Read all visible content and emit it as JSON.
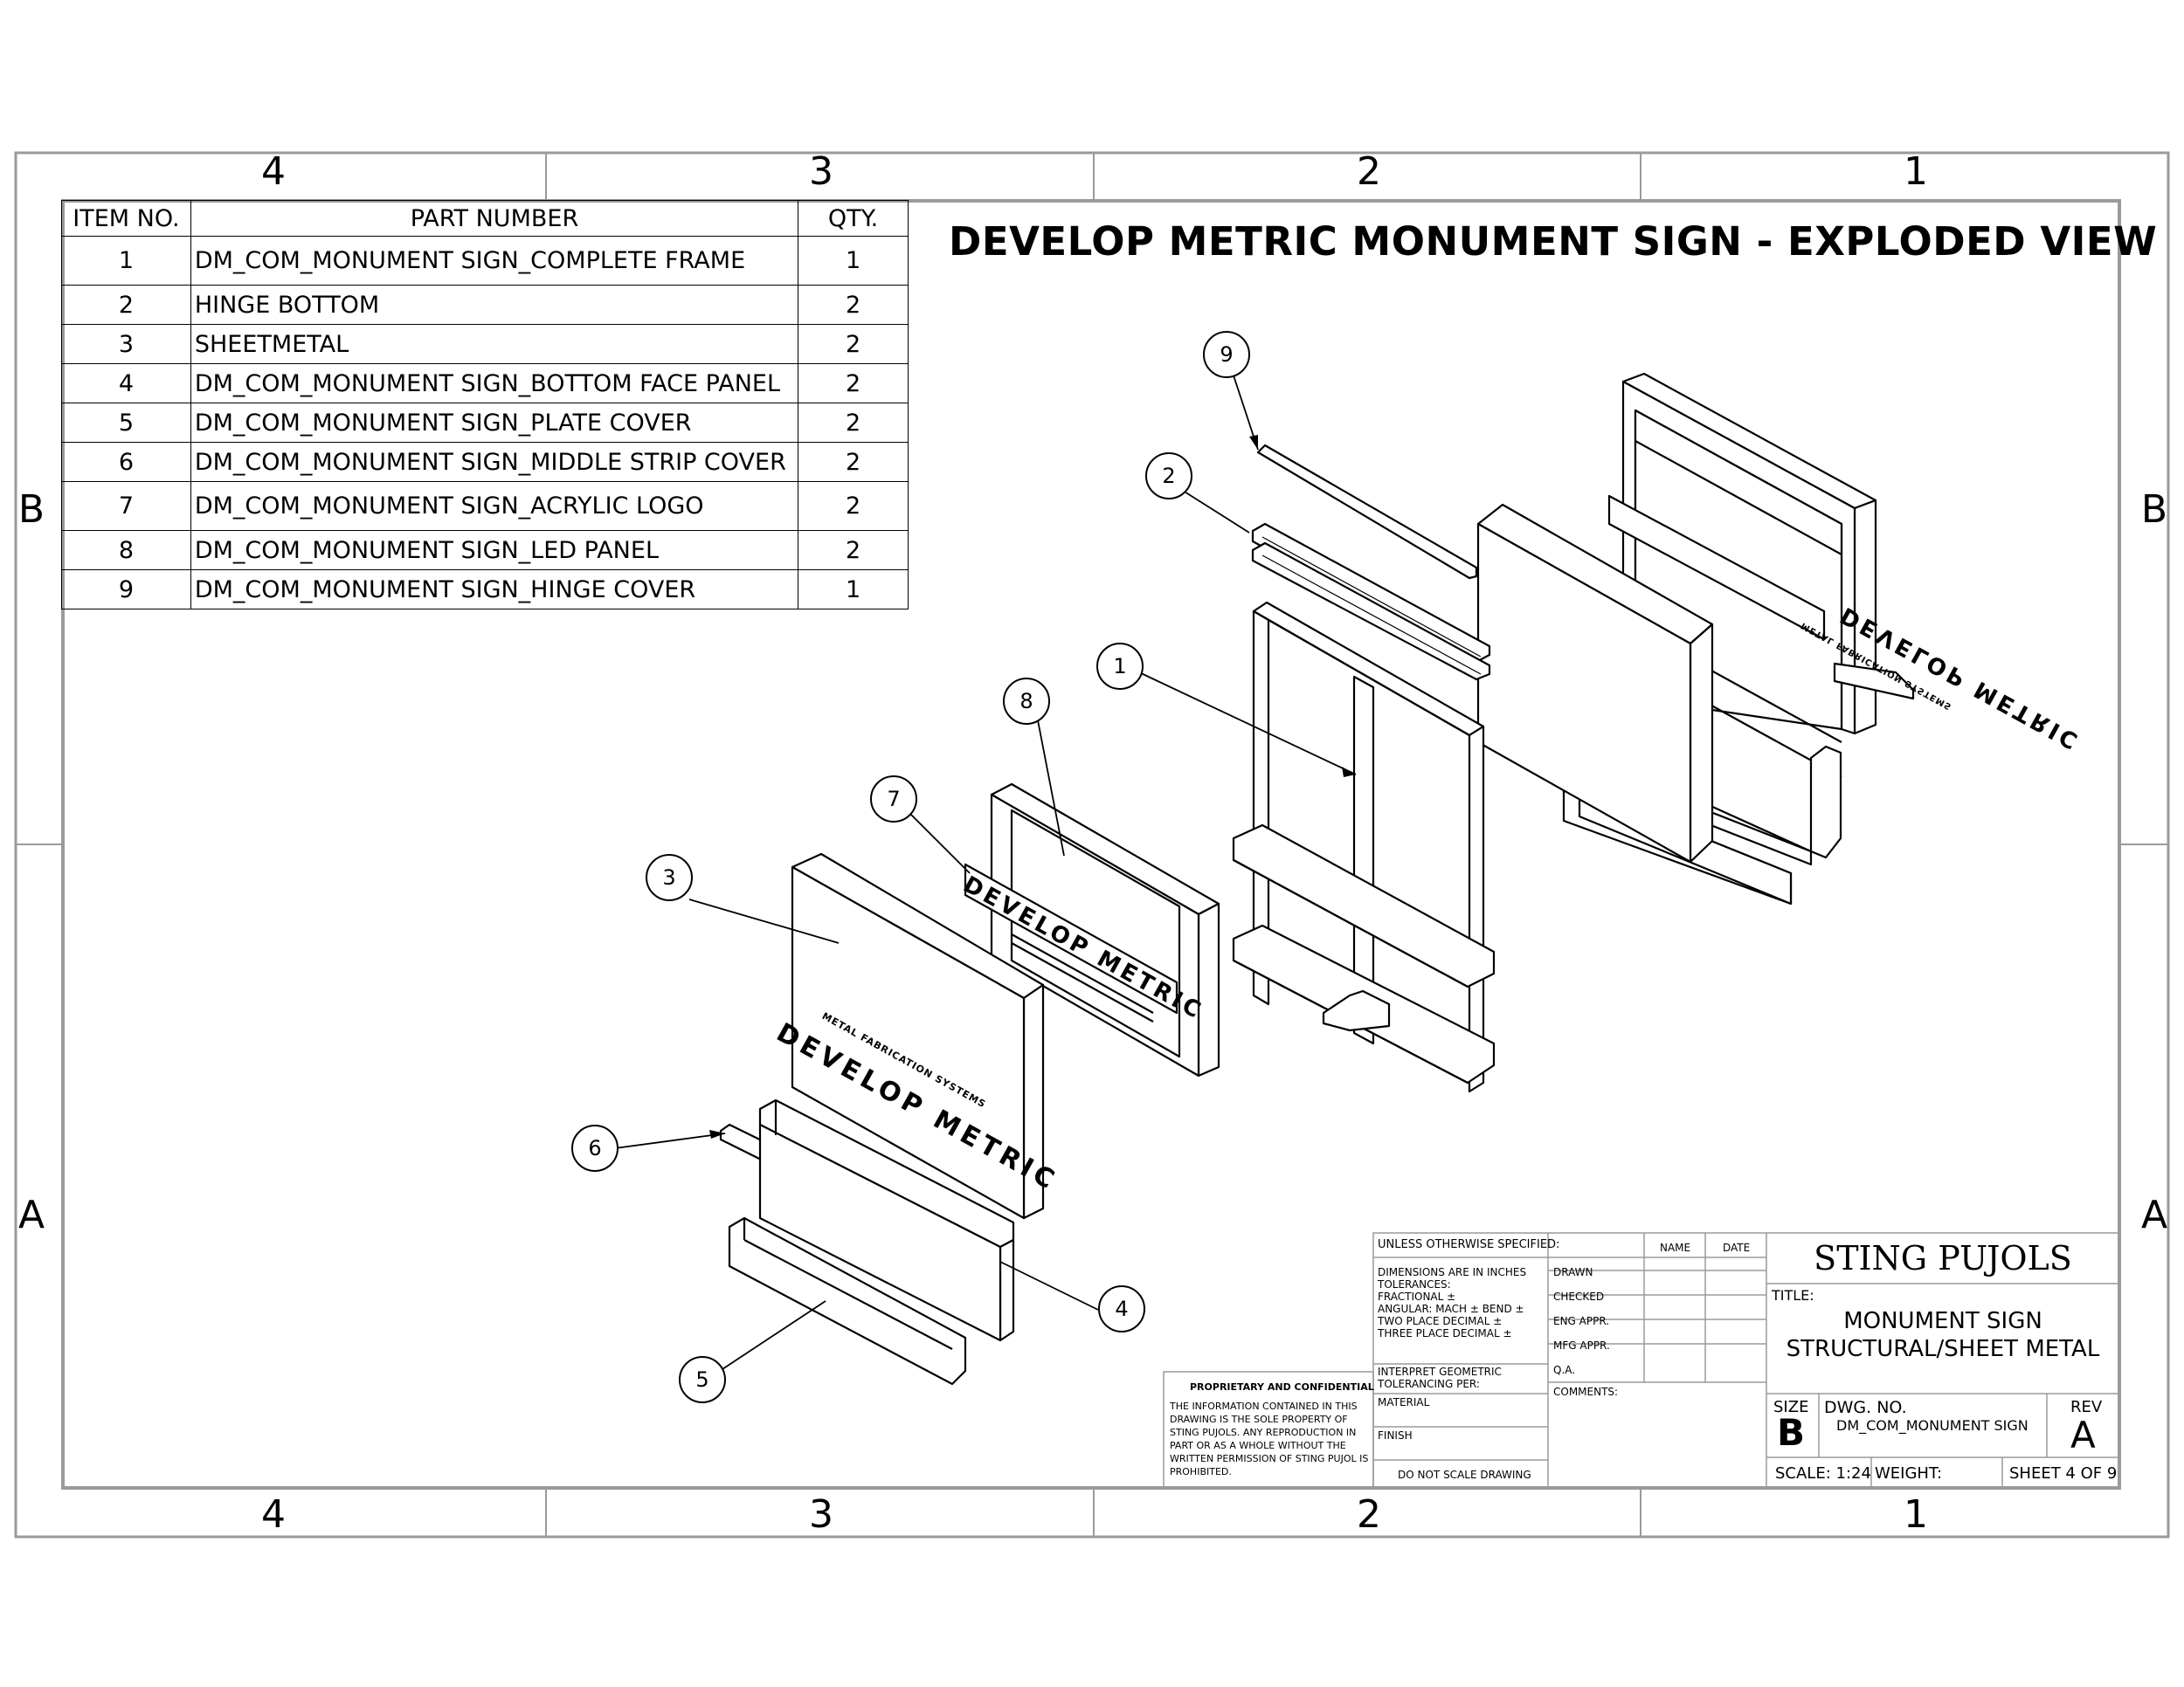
{
  "zones": {
    "columns": [
      "4",
      "3",
      "2",
      "1"
    ],
    "rows": [
      "B",
      "A"
    ]
  },
  "bom": {
    "headers": [
      "ITEM NO.",
      "PART NUMBER",
      "QTY."
    ],
    "rows": [
      {
        "item": "1",
        "part": "DM_COM_MONUMENT SIGN_COMPLETE FRAME",
        "qty": "1"
      },
      {
        "item": "2",
        "part": "HINGE BOTTOM",
        "qty": "2"
      },
      {
        "item": "3",
        "part": "SHEETMETAL",
        "qty": "2"
      },
      {
        "item": "4",
        "part": "DM_COM_MONUMENT SIGN_BOTTOM FACE PANEL",
        "qty": "2"
      },
      {
        "item": "5",
        "part": "DM_COM_MONUMENT SIGN_PLATE COVER",
        "qty": "2"
      },
      {
        "item": "6",
        "part": "DM_COM_MONUMENT SIGN_MIDDLE STRIP COVER",
        "qty": "2"
      },
      {
        "item": "7",
        "part": "DM_COM_MONUMENT SIGN_ACRYLIC LOGO",
        "qty": "2"
      },
      {
        "item": "8",
        "part": "DM_COM_MONUMENT SIGN_LED PANEL",
        "qty": "2"
      },
      {
        "item": "9",
        "part": "DM_COM_MONUMENT SIGN_HINGE COVER",
        "qty": "1"
      }
    ]
  },
  "drawing_title": "DEVELOP METRIC MONUMENT SIGN - EXPLODED VIEW",
  "balloons": [
    "1",
    "2",
    "3",
    "4",
    "5",
    "6",
    "7",
    "8",
    "9"
  ],
  "logo": {
    "main": "DEVELOP METRIC",
    "sub": "METAL FABRICATION SYSTEMS"
  },
  "proprietary": {
    "heading": "PROPRIETARY AND CONFIDENTIAL",
    "lines": [
      "THE INFORMATION CONTAINED IN THIS",
      "DRAWING IS THE SOLE PROPERTY OF",
      "STING PUJOLS. ANY REPRODUCTION IN",
      "PART OR AS A WHOLE WITHOUT THE",
      "WRITTEN PERMISSION OF STING PUJOL IS",
      "PROHIBITED."
    ]
  },
  "tolerances": {
    "heading": "UNLESS OTHERWISE SPECIFIED:",
    "lines": [
      "DIMENSIONS ARE IN INCHES",
      "TOLERANCES:",
      "FRACTIONAL ±",
      "ANGULAR: MACH ±    BEND ±",
      "TWO PLACE DECIMAL    ±",
      "THREE PLACE DECIMAL  ±"
    ],
    "geometric": [
      "INTERPRET GEOMETRIC",
      "TOLERANCING PER:"
    ],
    "material": "MATERIAL",
    "finish": "FINISH",
    "no_scale": "DO NOT SCALE DRAWING"
  },
  "approvals": {
    "name_header": "NAME",
    "date_header": "DATE",
    "rows": [
      "DRAWN",
      "CHECKED",
      "ENG APPR.",
      "MFG APPR.",
      "Q.A.",
      "COMMENTS:"
    ]
  },
  "title_block": {
    "company": "STING PUJOLS",
    "title_label": "TITLE:",
    "title_line1": "MONUMENT SIGN",
    "title_line2": "STRUCTURAL/SHEET METAL",
    "size_label": "SIZE",
    "size": "B",
    "dwg_label": "DWG.  NO.",
    "dwg_no": "DM_COM_MONUMENT SIGN",
    "rev_label": "REV",
    "rev": "A",
    "scale": "SCALE: 1:24",
    "weight": "WEIGHT:",
    "sheet": "SHEET 4 OF 9"
  }
}
